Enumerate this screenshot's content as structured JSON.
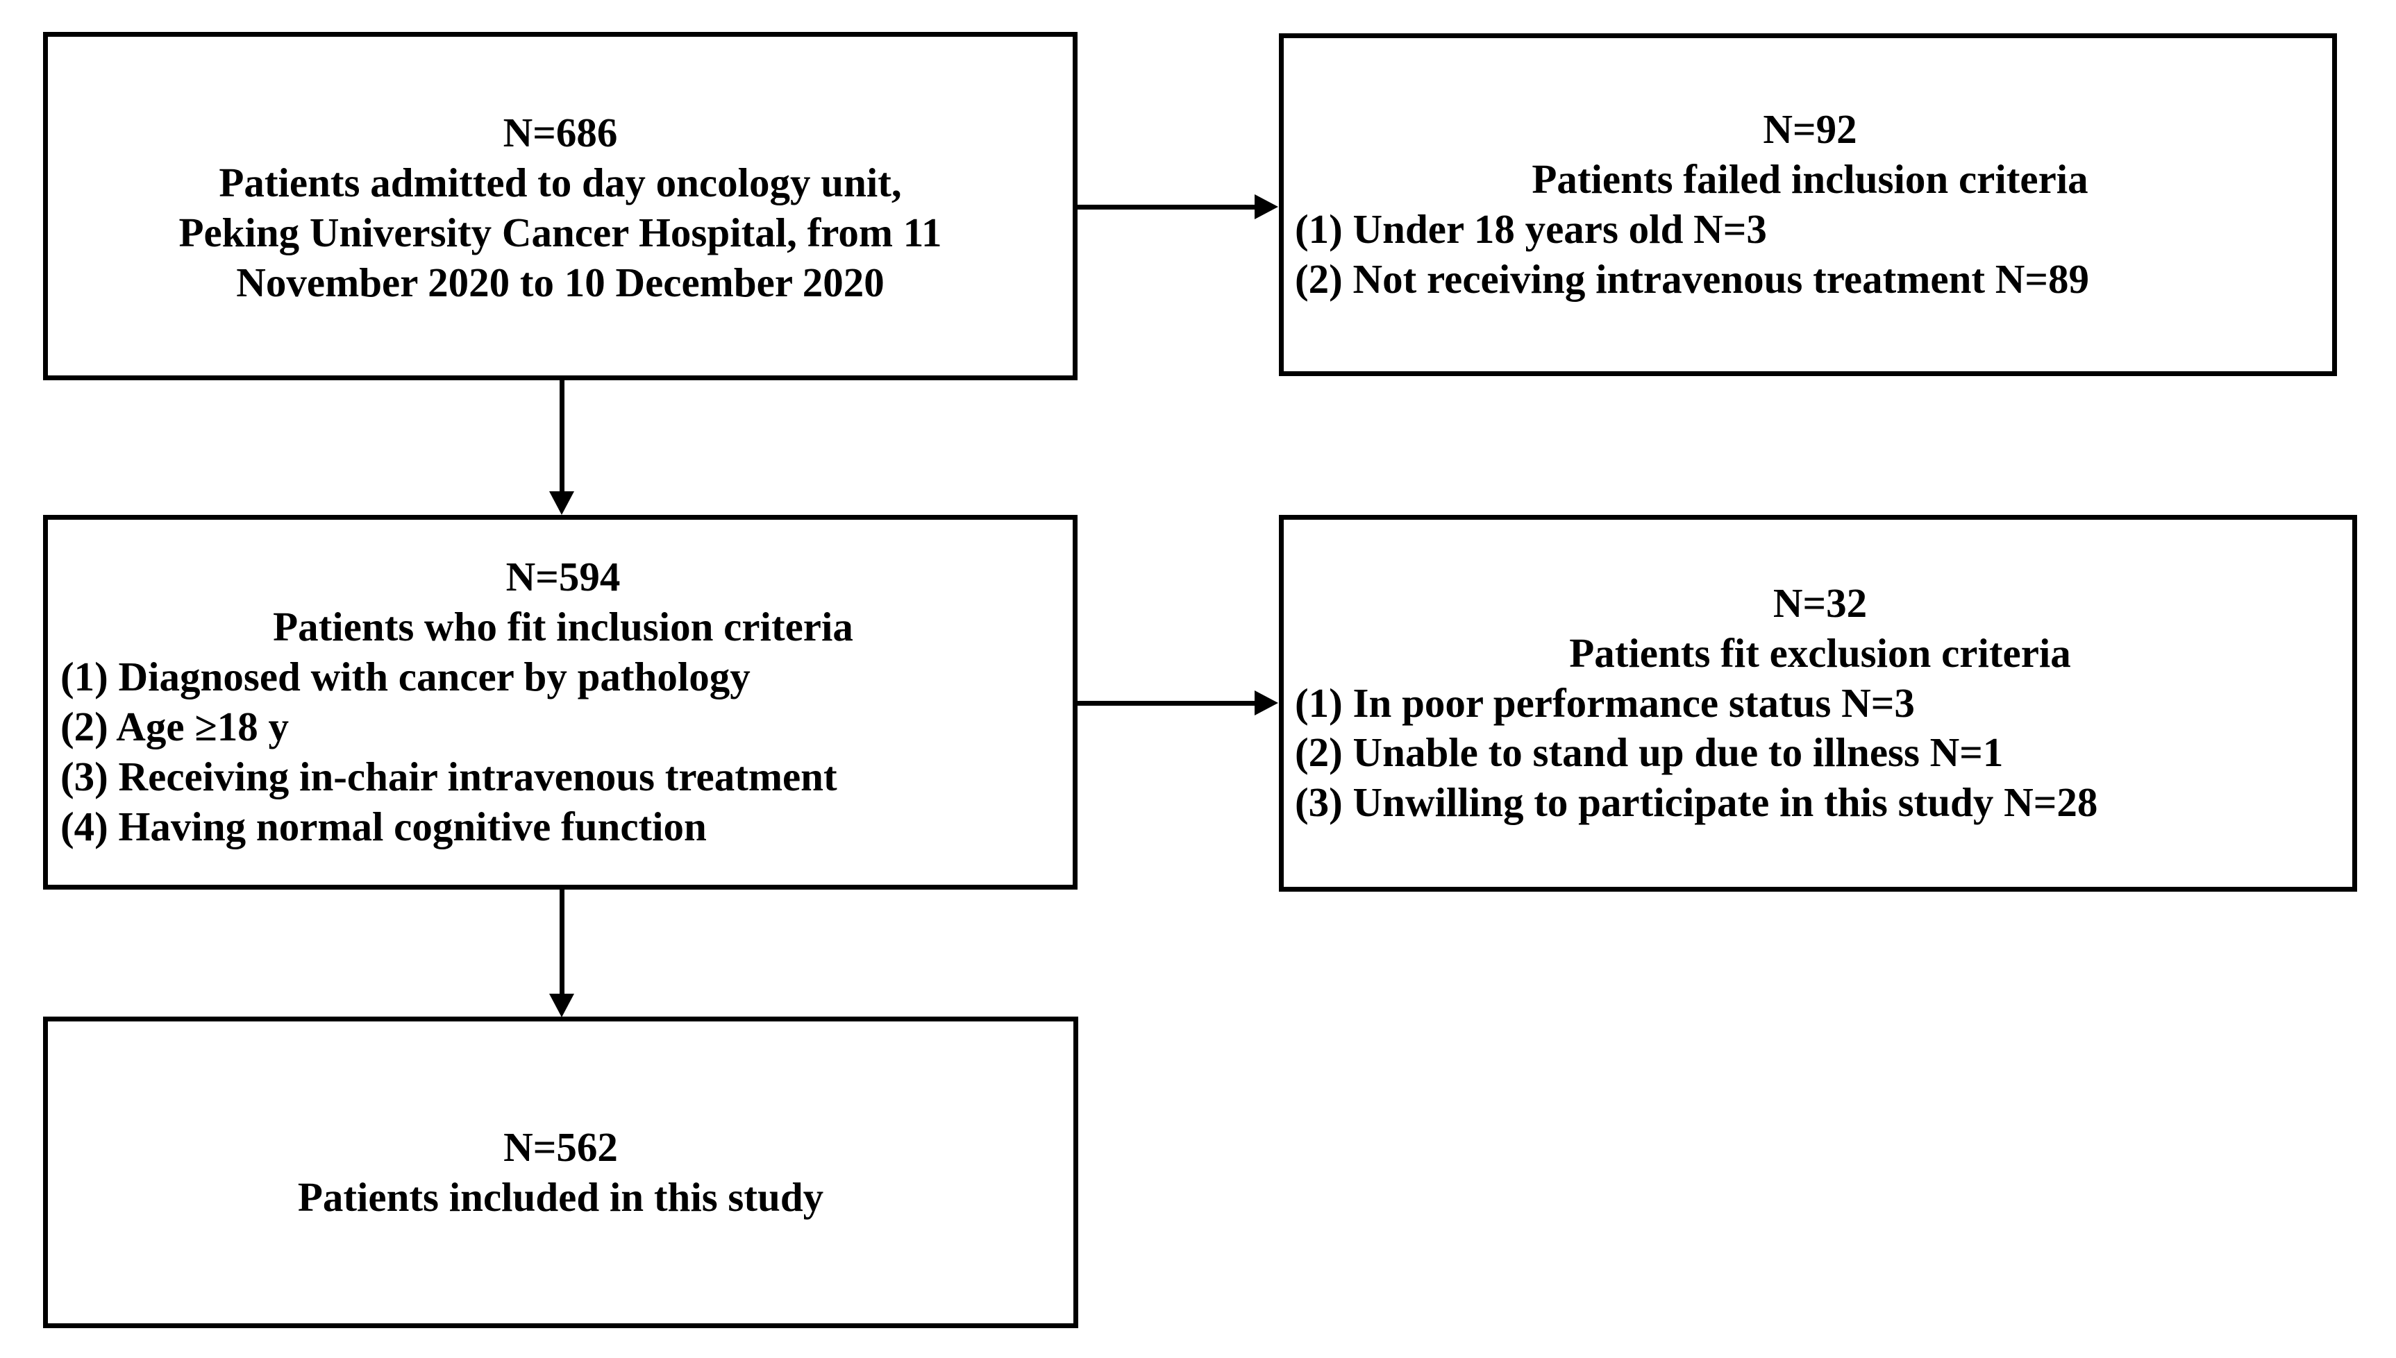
{
  "figure": {
    "type": "flowchart",
    "description": "Patient enrollment flow diagram",
    "colors": {
      "background": "#ffffff",
      "border": "#000000",
      "text": "#000000",
      "connector": "#000000"
    }
  },
  "nodes": {
    "admitted": {
      "count_label": "N=686",
      "lines": [
        "Patients admitted to day oncology unit,",
        "Peking University Cancer Hospital, from 11",
        "November 2020 to 10 December 2020"
      ]
    },
    "failed_inclusion": {
      "count_label": "N=92",
      "heading": "Patients failed inclusion criteria",
      "items": [
        "(1) Under 18 years old N=3",
        "(2) Not receiving intravenous treatment N=89"
      ]
    },
    "fit_inclusion": {
      "count_label": "N=594",
      "heading": "Patients who fit inclusion criteria",
      "items": [
        "(1) Diagnosed with cancer by pathology",
        "(2) Age ≥18 y",
        "(3) Receiving in-chair intravenous treatment",
        "(4) Having normal cognitive function"
      ]
    },
    "fit_exclusion": {
      "count_label": "N=32",
      "heading": "Patients fit exclusion criteria",
      "items": [
        "(1) In poor performance status N=3",
        "(2) Unable to stand up due to illness N=1",
        "(3) Unwilling to participate in this study N=28"
      ]
    },
    "included": {
      "count_label": "N=562",
      "heading": "Patients included in this study"
    }
  },
  "connectors": [
    {
      "id": "admitted-to-fit",
      "from": "admitted",
      "to": "fit_inclusion",
      "direction": "down"
    },
    {
      "id": "admitted-to-failed",
      "from": "admitted",
      "to": "failed_inclusion",
      "direction": "right"
    },
    {
      "id": "fit-to-included",
      "from": "fit_inclusion",
      "to": "included",
      "direction": "down"
    },
    {
      "id": "fit-to-excl",
      "from": "fit_inclusion",
      "to": "fit_exclusion",
      "direction": "right"
    }
  ]
}
